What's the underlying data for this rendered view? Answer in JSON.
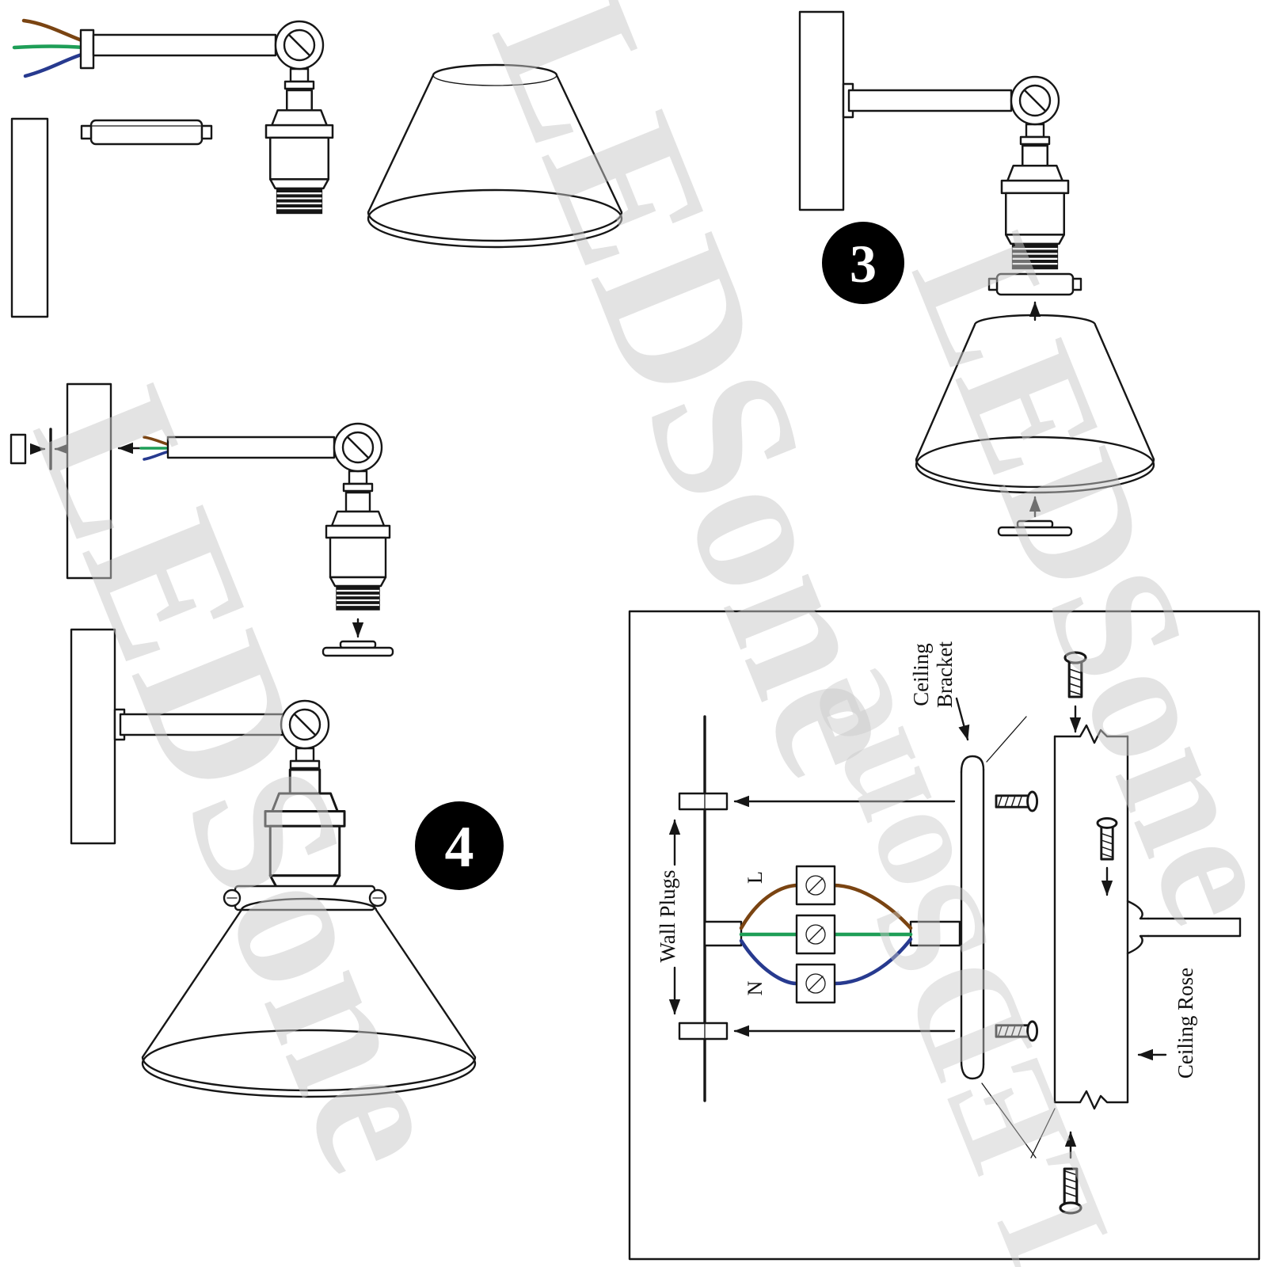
{
  "watermark": {
    "text": "LEDSone"
  },
  "steps": {
    "step3_label": "3",
    "step4_label": "4"
  },
  "wiring_diagram": {
    "labels": {
      "ceiling_bracket_line1": "Ceiling",
      "ceiling_bracket_line2": "Bracket",
      "wall_plugs": "Wall Plugs",
      "ceiling_rose": "Ceiling Rose",
      "live": "L",
      "neutral": "N"
    },
    "wire_colors": {
      "live_brown": "#7a4412",
      "earth_green": "#1e9e57",
      "neutral_blue": "#273a8f"
    }
  },
  "colors": {
    "line": "#161616",
    "watermark_gray": "#c9c9c9",
    "badge_bg": "#000000",
    "badge_text": "#ffffff"
  }
}
